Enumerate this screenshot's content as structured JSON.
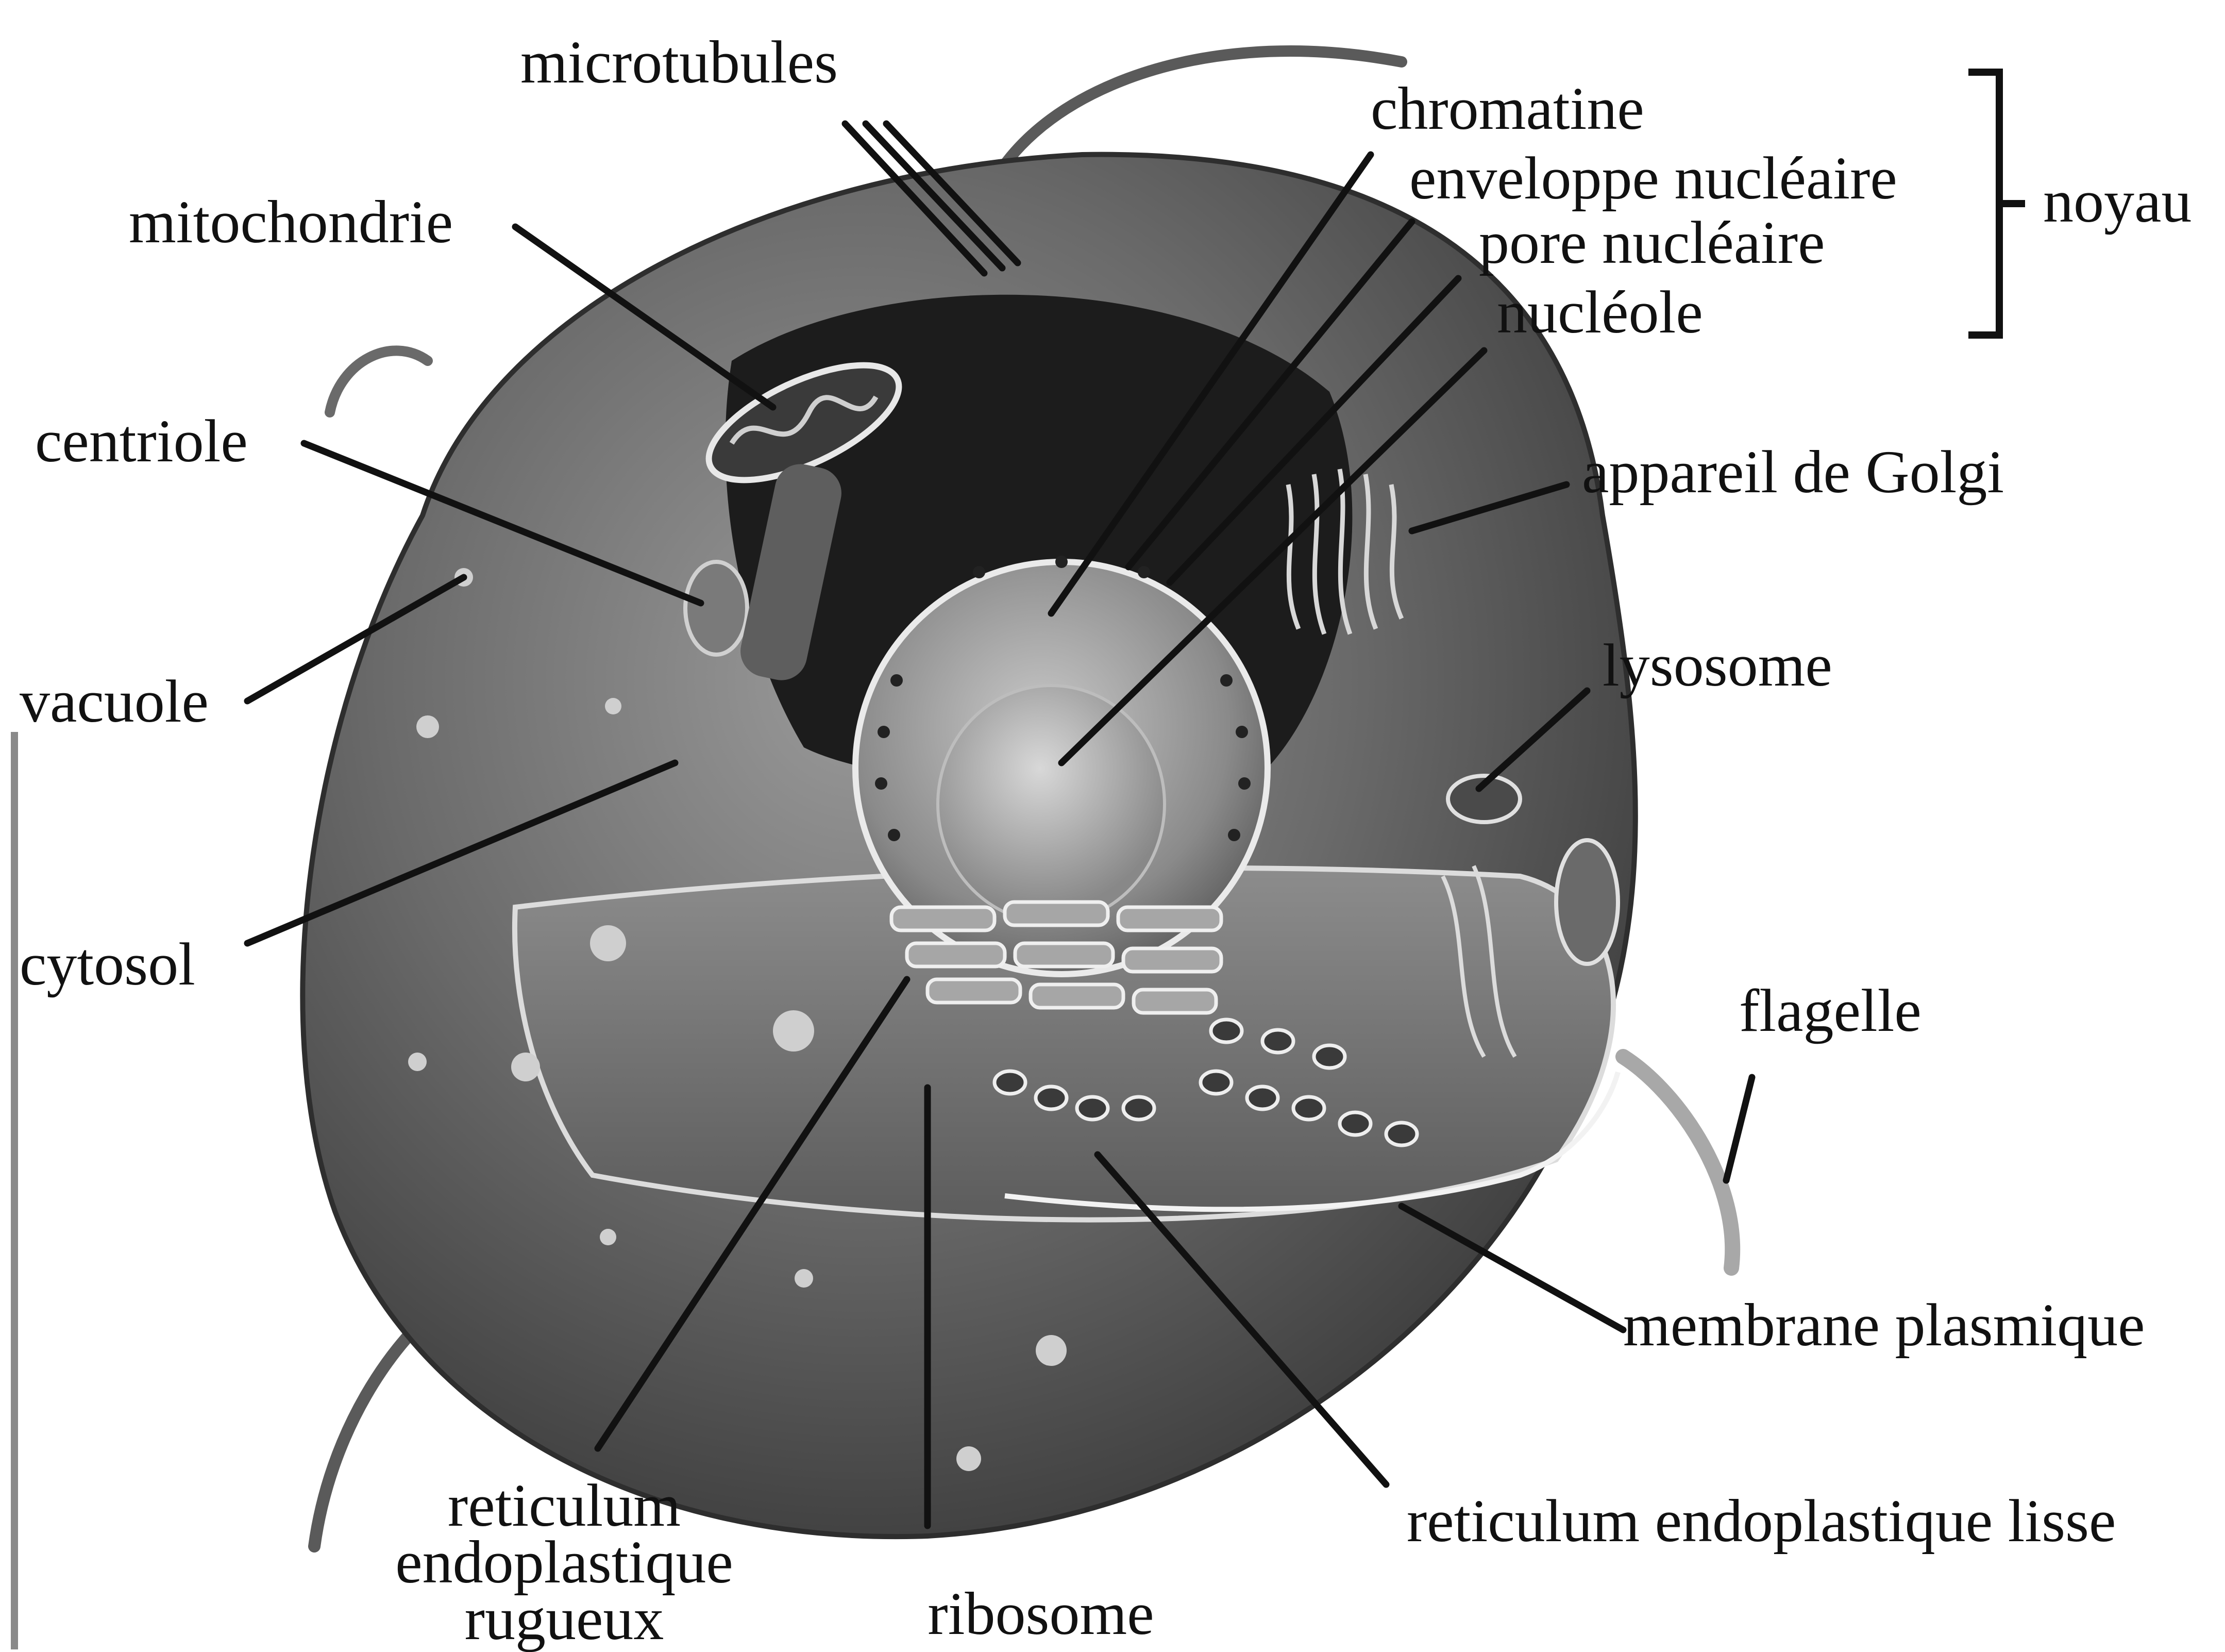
{
  "labels": {
    "microtubules": "microtubules",
    "mitochondrie": "mitochondrie",
    "centriole": "centriole",
    "vacuole": "vacuole",
    "cytosol": "cytosol",
    "reticulum_rugueux_1": "reticulum",
    "reticulum_rugueux_2": "endoplastique",
    "reticulum_rugueux_3": "rugueux",
    "ribosome": "ribosome",
    "reticulum_lisse": "reticulum endoplastique lisse",
    "membrane_plasmique": "membrane plasmique",
    "flagelle": "flagelle",
    "lysosome": "lysosome",
    "appareil_golgi": "appareil de Golgi",
    "chromatine": "chromatine",
    "enveloppe_nucleaire": "enveloppe nucléaire",
    "pore_nucleaire": "pore nucléaire",
    "nucleole": "nucléole",
    "noyau": "noyau"
  }
}
